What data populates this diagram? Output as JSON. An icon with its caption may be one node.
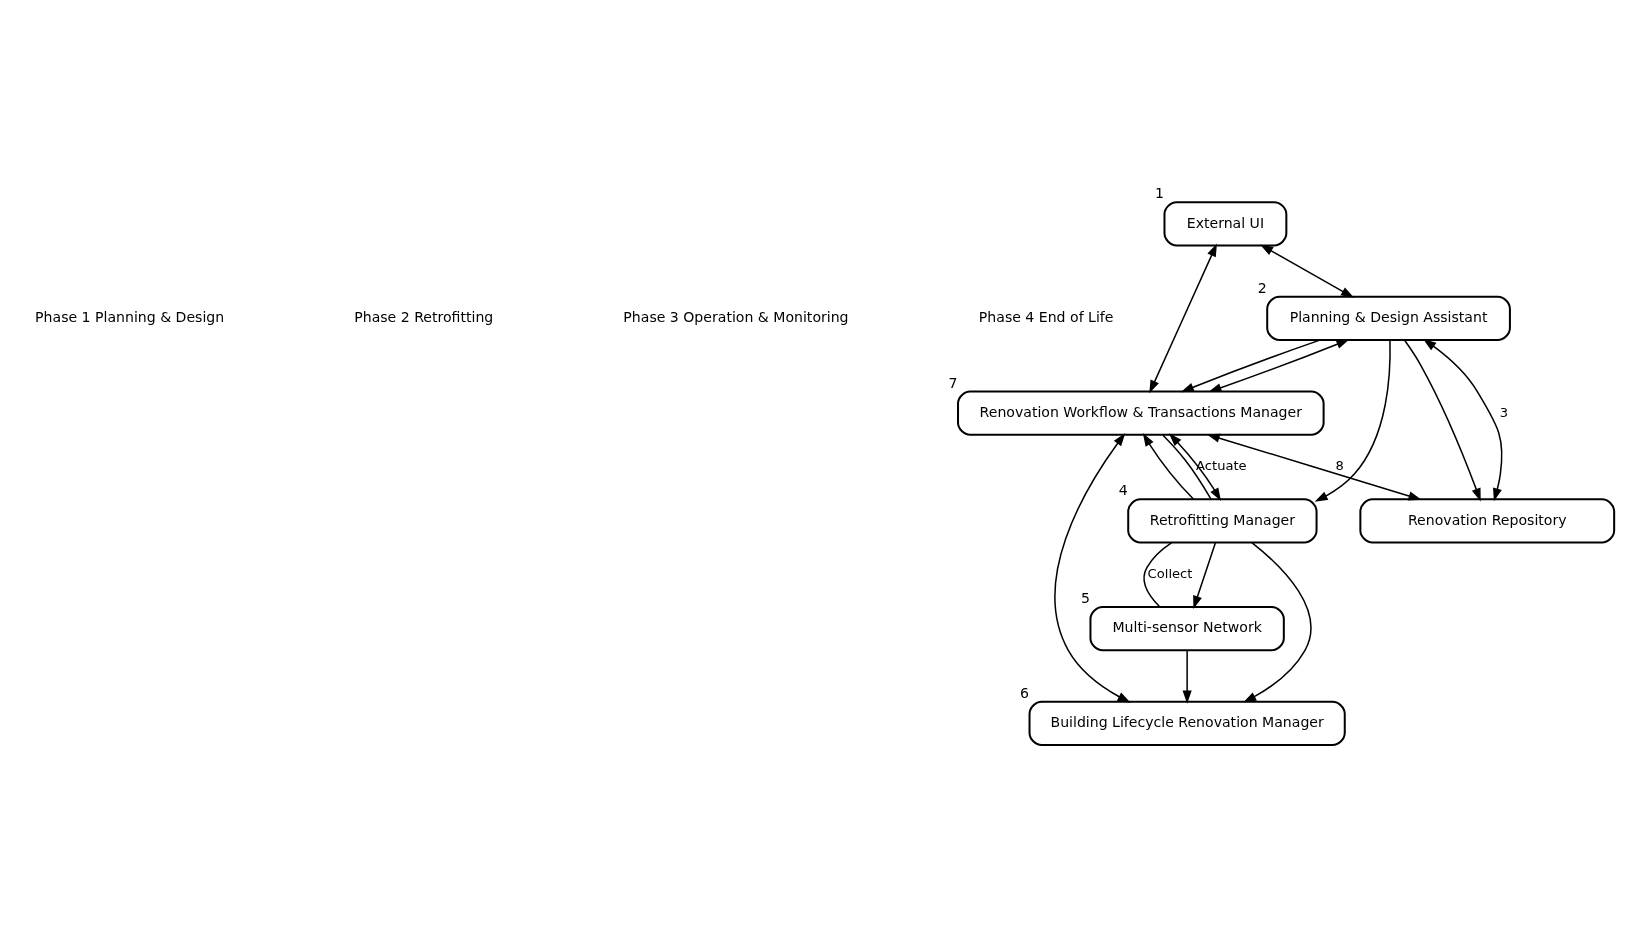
{
  "diagram": {
    "nodes": [
      {
        "text": [
          "Renovation Workflow & Transactions Manager"
        ],
        "beside": [
          "7"
        ]
      },
      {
        "text": [
          "External UI"
        ],
        "beside": [
          "1"
        ]
      },
      {
        "text": [
          "Planning & Design Assistant"
        ],
        "beside": [
          "2"
        ]
      },
      {
        "text": [
          "Retrofitting Manager"
        ],
        "beside": [
          "4"
        ]
      },
      {
        "text": [
          "Building Lifecycle Renovation Manager"
        ],
        "beside": [
          "6"
        ]
      },
      {
        "text": [
          "Multi-sensor Network"
        ],
        "beside": [
          "5"
        ]
      },
      {
        "text": [
          "Renovation Repository"
        ]
      }
    ],
    "edges": [
      {
        "from": 1,
        "to": 0,
        "arrow": "both"
      },
      {
        "from": 1,
        "to": 2,
        "arrow": "both"
      },
      {
        "from": 2,
        "to": 0,
        "arrow": "to"
      },
      {
        "from": 2,
        "to": 0,
        "arrow": "both"
      },
      {
        "from": 2,
        "to": 3,
        "arrow": "to"
      },
      {
        "from": 2,
        "to": 6,
        "arrow": "to"
      },
      {
        "from": 2,
        "to": 6,
        "arrow": "both",
        "label": "3"
      },
      {
        "from": 3,
        "to": 0,
        "arrow": "to"
      },
      {
        "from": 3,
        "to": 0,
        "arrow": "both"
      },
      {
        "from": 0,
        "to": 3,
        "arrow": "none",
        "label": "Actuate"
      },
      {
        "from": 3,
        "to": 4,
        "arrow": "to"
      },
      {
        "from": 3,
        "to": 5,
        "arrow": "to"
      },
      {
        "from": 5,
        "to": 3,
        "arrow": "none",
        "label": "Collect"
      },
      {
        "from": 4,
        "to": 0,
        "arrow": "both"
      },
      {
        "from": 5,
        "to": 4,
        "arrow": "to"
      },
      {
        "from": 0,
        "to": 6,
        "arrow": "both",
        "label": "8"
      }
    ],
    "labels": [
      "Phase 1 Planning & Design",
      "Phase 2 Retrofitting",
      "Phase 3 Operation & Monitoring",
      "Phase 4 End of Life"
    ]
  }
}
